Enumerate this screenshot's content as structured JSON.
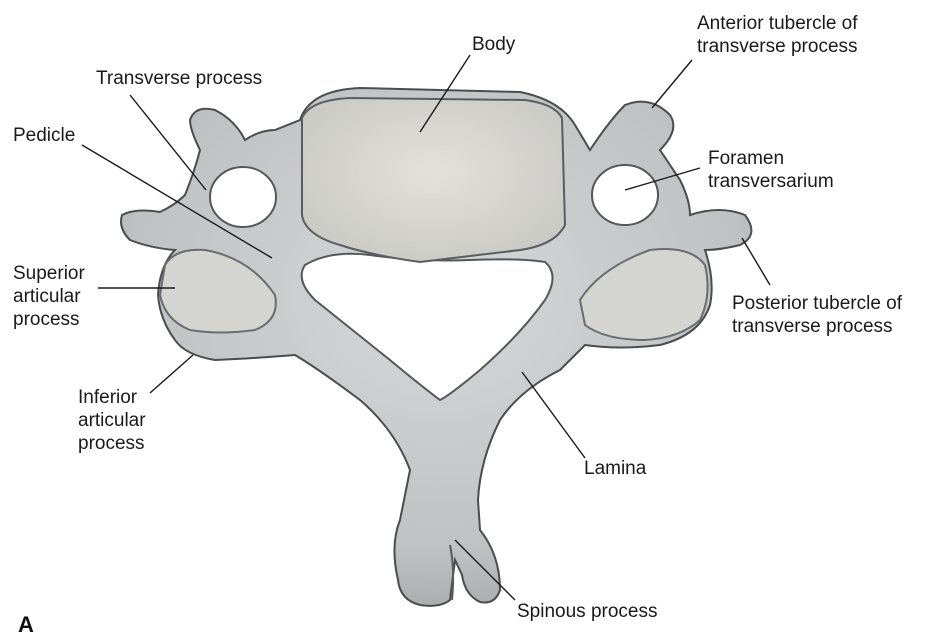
{
  "labels": {
    "body": [
      "Body"
    ],
    "transverse_process": [
      "Transverse process"
    ],
    "pedicle": [
      "Pedicle"
    ],
    "superior_articular_process": [
      "Superior",
      "articular",
      "process"
    ],
    "inferior_articular_process": [
      "Inferior",
      "articular",
      "process"
    ],
    "anterior_tubercle": [
      "Anterior tubercle of",
      "transverse process"
    ],
    "foramen_transversarium": [
      "Foramen",
      "transversarium"
    ],
    "posterior_tubercle": [
      "Posterior tubercle of",
      "transverse process"
    ],
    "lamina": [
      "Lamina"
    ],
    "spinous_process": [
      "Spinous process"
    ]
  },
  "panel_letter": "A",
  "colors": {
    "bone": "#c9cbcc",
    "bone_shadow": "#8e9092",
    "bone_outline": "#4a4c4e",
    "body_face": "#d9d8d2",
    "facet_face": "#d3d3cf",
    "leader": "#1a1a1a"
  }
}
